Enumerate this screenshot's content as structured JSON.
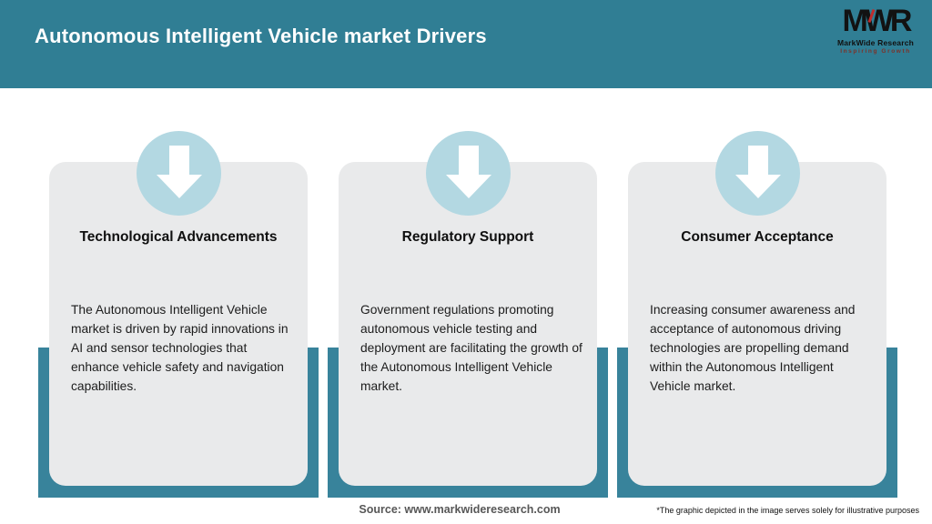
{
  "header": {
    "title": "Autonomous Intelligent Vehicle market Drivers"
  },
  "logo": {
    "acronym": "MWR",
    "name": "MarkWide Research",
    "tagline": "Inspiring Growth"
  },
  "cards": [
    {
      "title": "Technological Advancements",
      "body": "The Autonomous Intelligent Vehicle market is driven by rapid innovations in AI and sensor technologies that enhance vehicle safety and navigation capabilities."
    },
    {
      "title": "Regulatory Support",
      "body": "Government regulations promoting autonomous vehicle testing and deployment are facilitating the growth of the Autonomous Intelligent Vehicle market."
    },
    {
      "title": "Consumer Acceptance",
      "body": "Increasing consumer awareness and acceptance of autonomous driving technologies are propelling demand within the Autonomous Intelligent Vehicle market."
    }
  ],
  "footer": {
    "source": "Source: www.markwideresearch.com",
    "disclaimer": "*The graphic depicted in the image serves solely for illustrative purposes"
  },
  "colors": {
    "header_teal": "#307E94",
    "band_teal": "#38839B",
    "circle_blue": "#B3D8E2",
    "card_gray": "#E9EAEB",
    "logo_accent_red": "#C02C2C",
    "tagline_maroon": "#7E3128"
  }
}
